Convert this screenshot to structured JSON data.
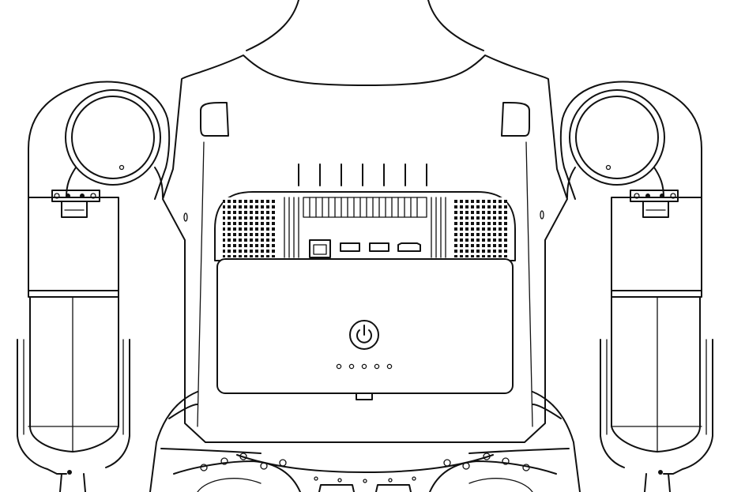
{
  "figure": {
    "background": "#ffffff",
    "line_color": "#111111"
  },
  "components": {
    "power_button": {
      "icon": "power-icon"
    },
    "status_leds": {
      "count": 5
    },
    "ports": [
      "ethernet-port",
      "usb-port",
      "usb-port",
      "hdmi-port"
    ],
    "top_vent_slots": {
      "count": 7
    }
  }
}
